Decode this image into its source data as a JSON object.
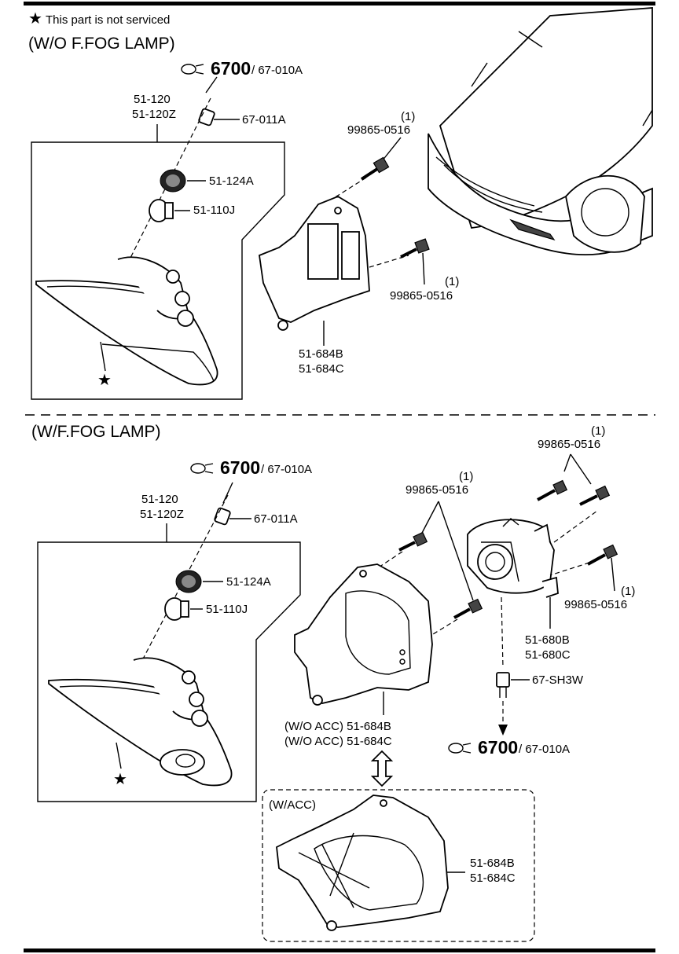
{
  "note": {
    "star": "★",
    "text": "This part is not serviced"
  },
  "top_section": {
    "title": "(W/O F.FOG LAMP)",
    "bulb_ref": {
      "code": "6700",
      "sub": "/ 67-010A"
    },
    "bulb_label": "67-011A",
    "assembly": {
      "line1": "51-120",
      "line2": "51-120Z"
    },
    "socket_label": "51-124A",
    "lamp_label": "51-110J",
    "screw_top": {
      "qty": "(1)",
      "part": "99865-0516"
    },
    "screw_mid": {
      "qty": "(1)",
      "part": "99865-0516"
    },
    "bracket": {
      "line1": "51-684B",
      "line2": "51-684C"
    },
    "star": "★"
  },
  "bottom_section": {
    "title": "(W/F.FOG LAMP)",
    "bulb_ref": {
      "code": "6700",
      "sub": "/ 67-010A"
    },
    "bulb_label": "67-011A",
    "assembly": {
      "line1": "51-120",
      "line2": "51-120Z"
    },
    "socket_label": "51-124A",
    "lamp_label": "51-110J",
    "screw_right_top": {
      "qty": "(1)",
      "part": "99865-0516"
    },
    "screw_left_top": {
      "qty": "(1)",
      "part": "99865-0516"
    },
    "screw_right_mid": {
      "qty": "(1)",
      "part": "99865-0516"
    },
    "fog_lamp": {
      "line1": "51-680B",
      "line2": "51-680C"
    },
    "fog_bulb_label": "67-SH3W",
    "fog_bulb_ref": {
      "code": "6700",
      "sub": "/ 67-010A"
    },
    "bezel": {
      "line1": "(W/O ACC) 51-684B",
      "line2": "(W/O ACC) 51-684C"
    },
    "acc_box": {
      "title": "(W/ACC)",
      "line1": "51-684B",
      "line2": "51-684C"
    },
    "star": "★"
  }
}
